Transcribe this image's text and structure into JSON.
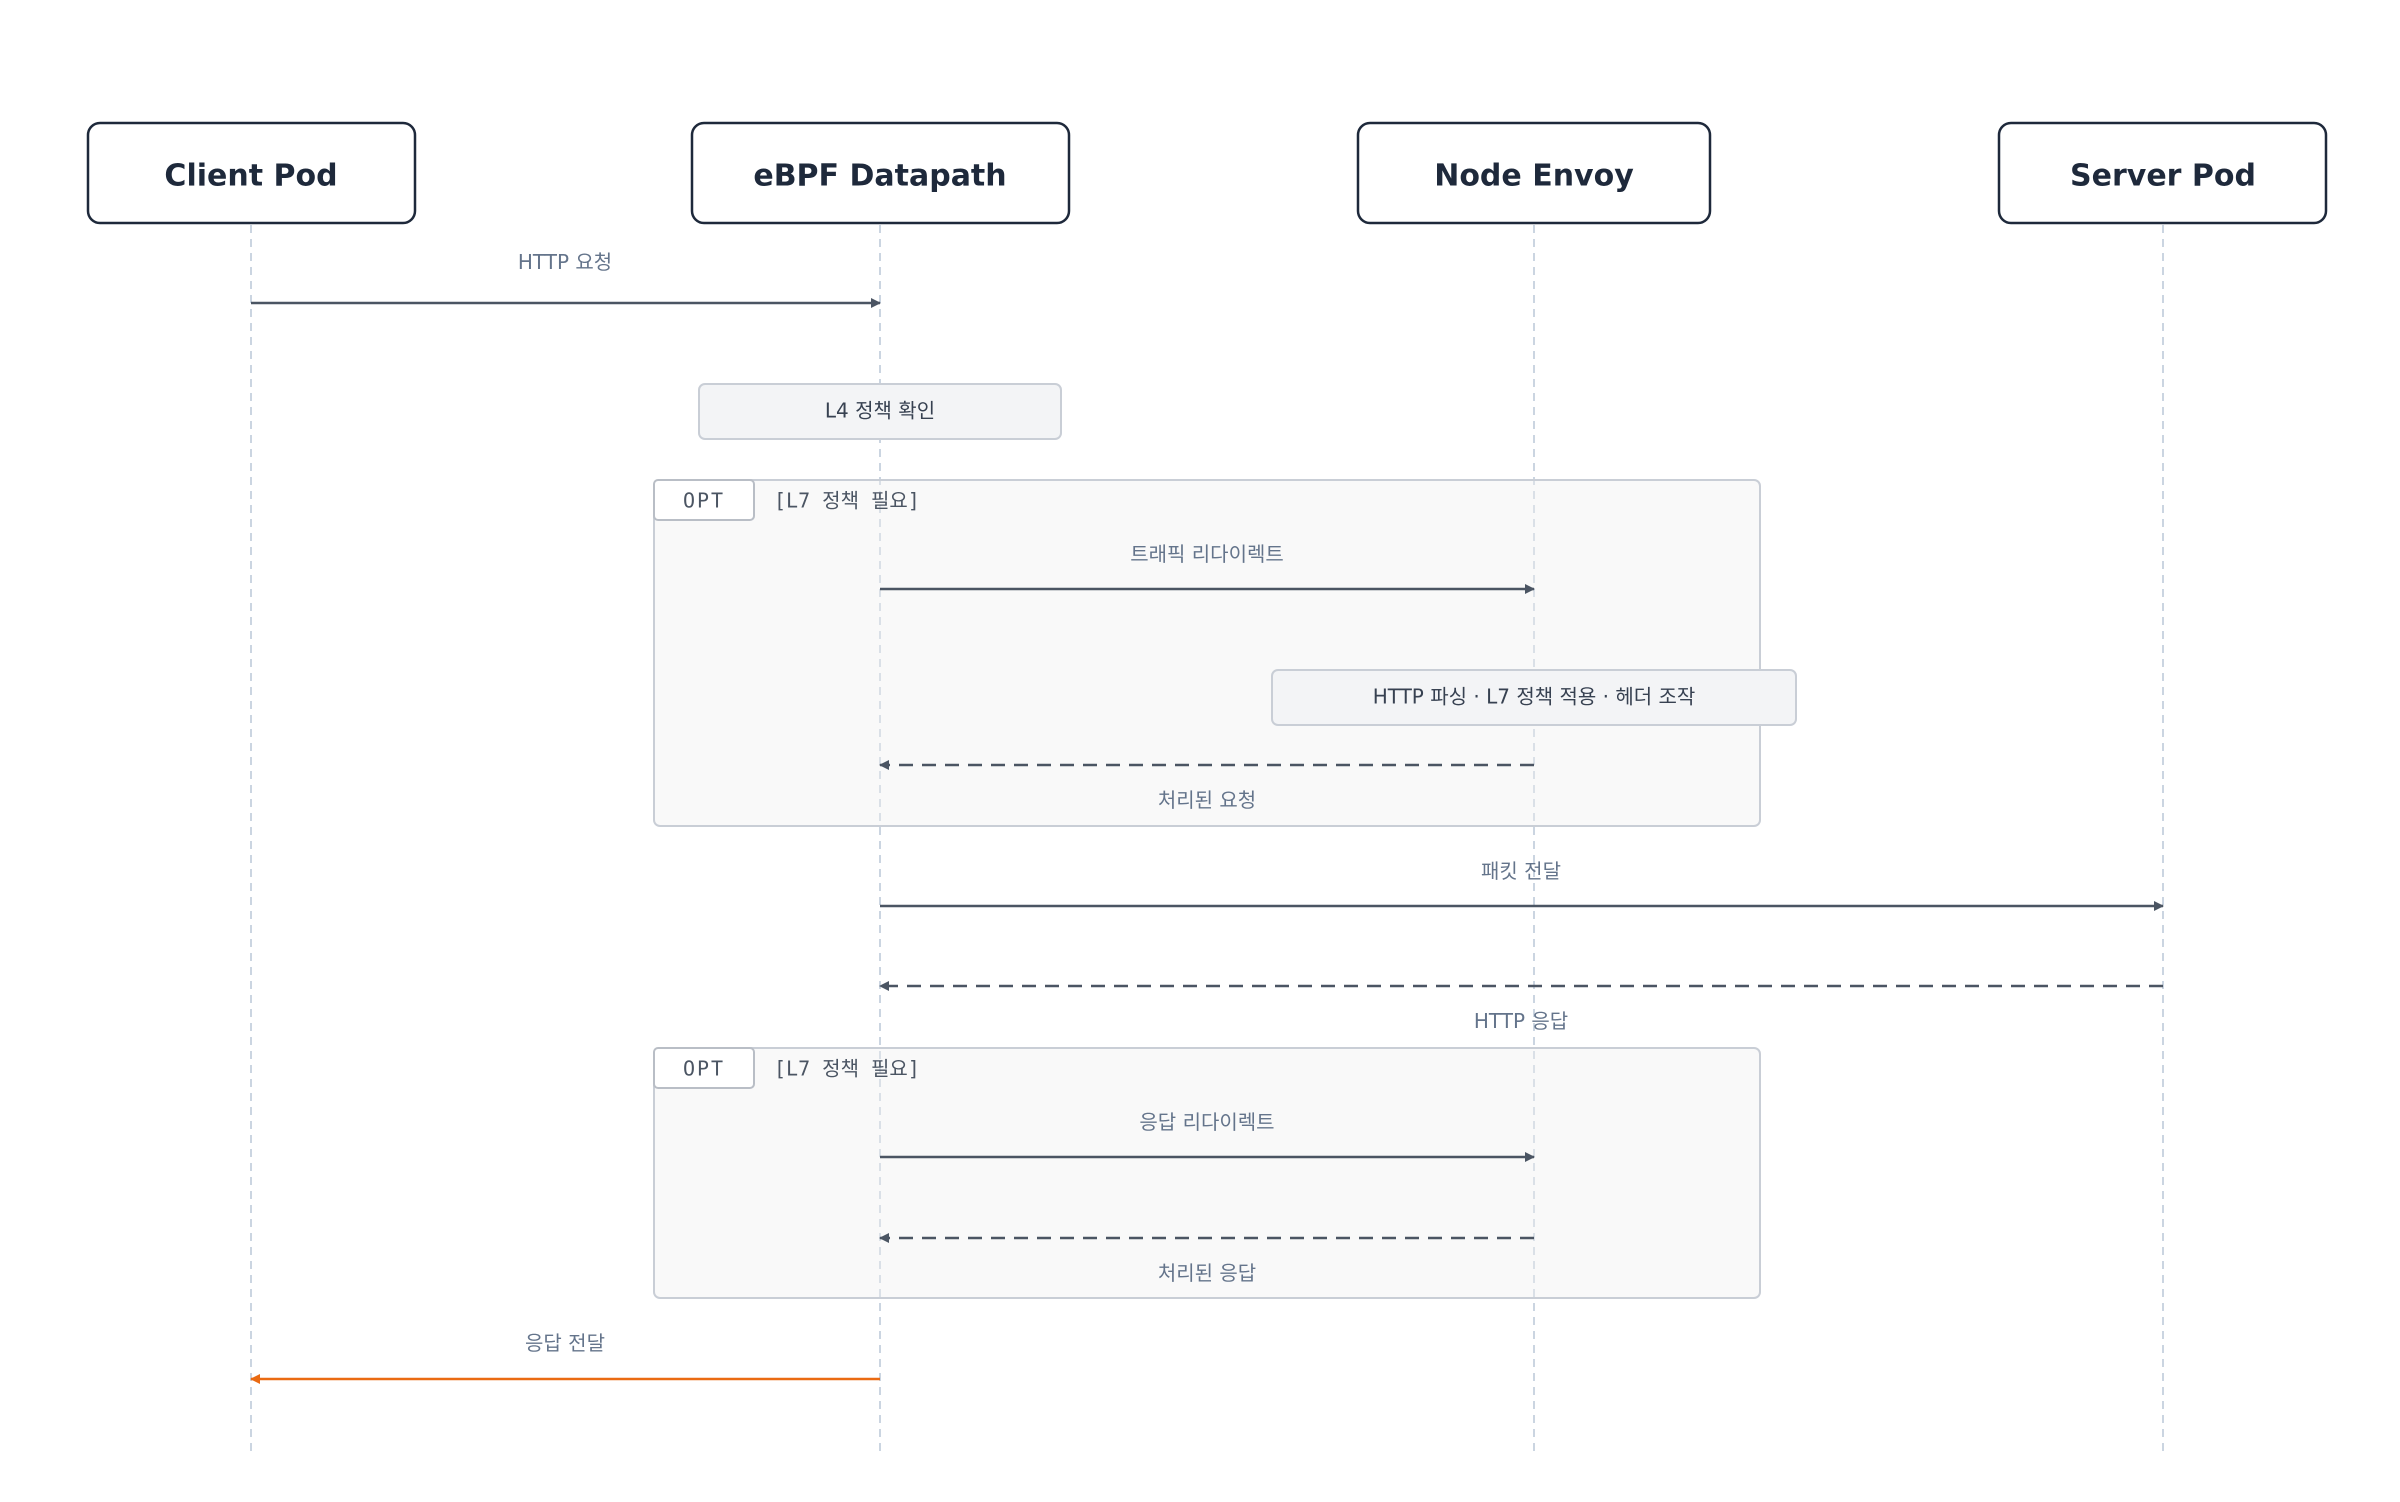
{
  "actors": [
    {
      "id": "client",
      "label": "Client Pod"
    },
    {
      "id": "ebpf",
      "label": "eBPF Datapath"
    },
    {
      "id": "envoy",
      "label": "Node Envoy"
    },
    {
      "id": "server",
      "label": "Server Pod"
    }
  ],
  "messages": [
    {
      "id": "http-request",
      "from": "client",
      "to": "ebpf",
      "label": "HTTP 요청",
      "style": "solid",
      "color": "#4b5563"
    },
    {
      "id": "traffic-redirect",
      "from": "ebpf",
      "to": "envoy",
      "label": "트래픽 리다이렉트",
      "style": "solid",
      "color": "#4b5563"
    },
    {
      "id": "processed-request",
      "from": "envoy",
      "to": "ebpf",
      "label": "처리된 요청",
      "style": "dashed",
      "color": "#4b5563"
    },
    {
      "id": "packet-forward",
      "from": "ebpf",
      "to": "server",
      "label": "패킷 전달",
      "style": "solid",
      "color": "#4b5563"
    },
    {
      "id": "http-response",
      "from": "server",
      "to": "ebpf",
      "label": "HTTP 응답",
      "style": "dashed",
      "color": "#4b5563"
    },
    {
      "id": "response-redirect",
      "from": "ebpf",
      "to": "envoy",
      "label": "응답 리다이렉트",
      "style": "solid",
      "color": "#4b5563"
    },
    {
      "id": "processed-response",
      "from": "envoy",
      "to": "ebpf",
      "label": "처리된 응답",
      "style": "dashed",
      "color": "#4b5563"
    },
    {
      "id": "response-deliver",
      "from": "ebpf",
      "to": "client",
      "label": "응답 전달",
      "style": "solid",
      "color": "#ea6a12"
    }
  ],
  "notes": [
    {
      "id": "l4-check",
      "over": "ebpf",
      "label": "L4 정책 확인"
    },
    {
      "id": "envoy-process",
      "over": "envoy",
      "label": "HTTP 파싱 · L7 정책 적용 · 헤더 조작"
    }
  ],
  "frames": [
    {
      "id": "opt-request",
      "tag": "OPT",
      "condition": "[L7 정책 필요]"
    },
    {
      "id": "opt-response",
      "tag": "OPT",
      "condition": "[L7 정책 필요]"
    }
  ]
}
